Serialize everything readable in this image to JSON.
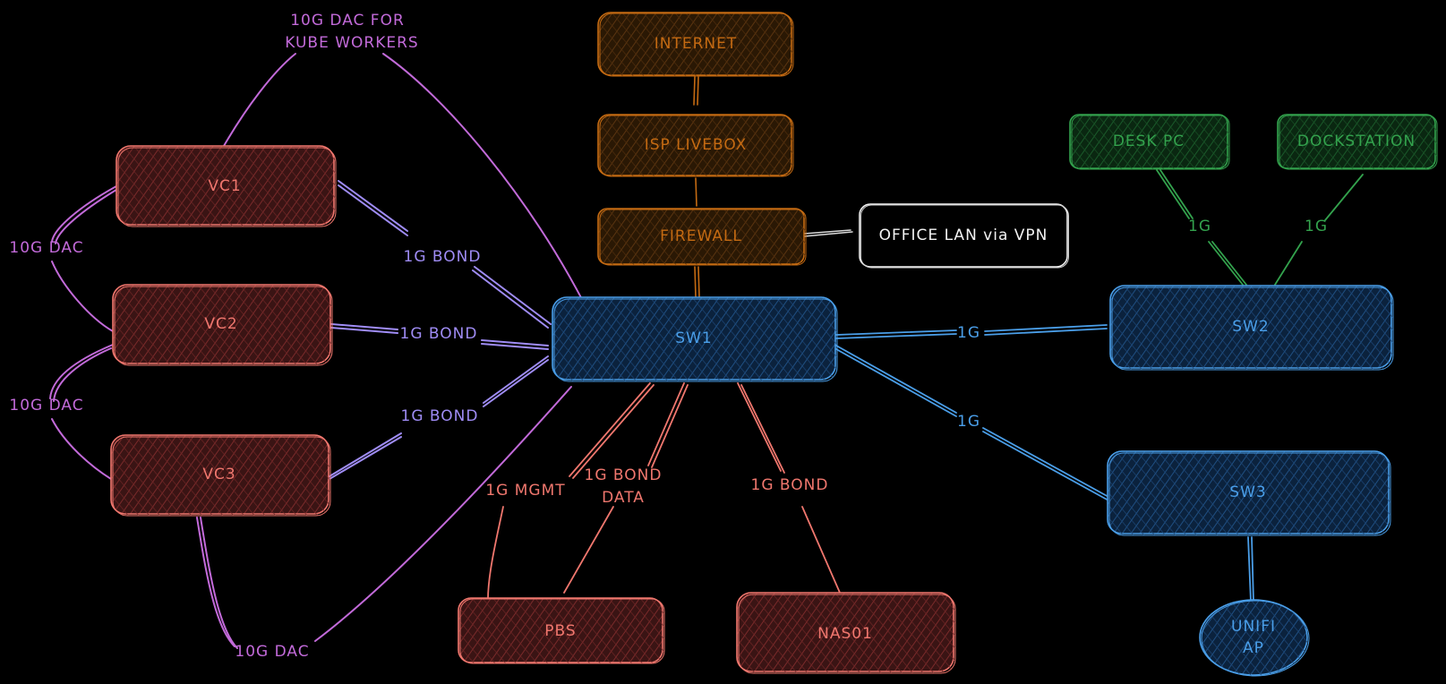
{
  "colors": {
    "purple": "#c26ad9",
    "lavender": "#9f8cf5",
    "red": "#f0776e",
    "red_fill": "#5c2020",
    "orange": "#c46a12",
    "orange_fill": "#3d2406",
    "blue": "#4a9ee8",
    "blue_fill": "#123257",
    "green": "#33a24d",
    "green_fill": "#0e3318",
    "white": "#f2f2f2"
  },
  "nodes": {
    "internet": "INTERNET",
    "isp_livebox": "ISP LIVEBOX",
    "firewall": "FIREWALL",
    "office_lan": "OFFICE LAN via VPN",
    "sw1": "SW1",
    "sw2": "SW2",
    "sw3": "SW3",
    "desk_pc": "DESK PC",
    "dockstation": "DOCKSTATION",
    "unifi_ap_line1": "UNIFI",
    "unifi_ap_line2": "AP",
    "vc1": "VC1",
    "vc2": "VC2",
    "vc3": "VC3",
    "pbs": "PBS",
    "nas01": "NAS01"
  },
  "labels": {
    "dac_kube_line1": "10G DAC FOR",
    "dac_kube_line2": "KUBE WORKERS",
    "vc1_vc2_dac": "10G DAC",
    "vc2_vc3_dac": "10G DAC",
    "vc3_sw1_dac": "10G DAC",
    "vc1_bond": "1G BOND",
    "vc2_bond": "1G BOND",
    "vc3_bond": "1G BOND",
    "pbs_mgmt": "1G MGMT",
    "pbs_bond_line1": "1G BOND",
    "pbs_bond_line2": "DATA",
    "nas_bond": "1G BOND",
    "sw1_sw2": "1G",
    "sw1_sw3": "1G",
    "desk_pc_link": "1G",
    "dockstation_link": "1G"
  }
}
